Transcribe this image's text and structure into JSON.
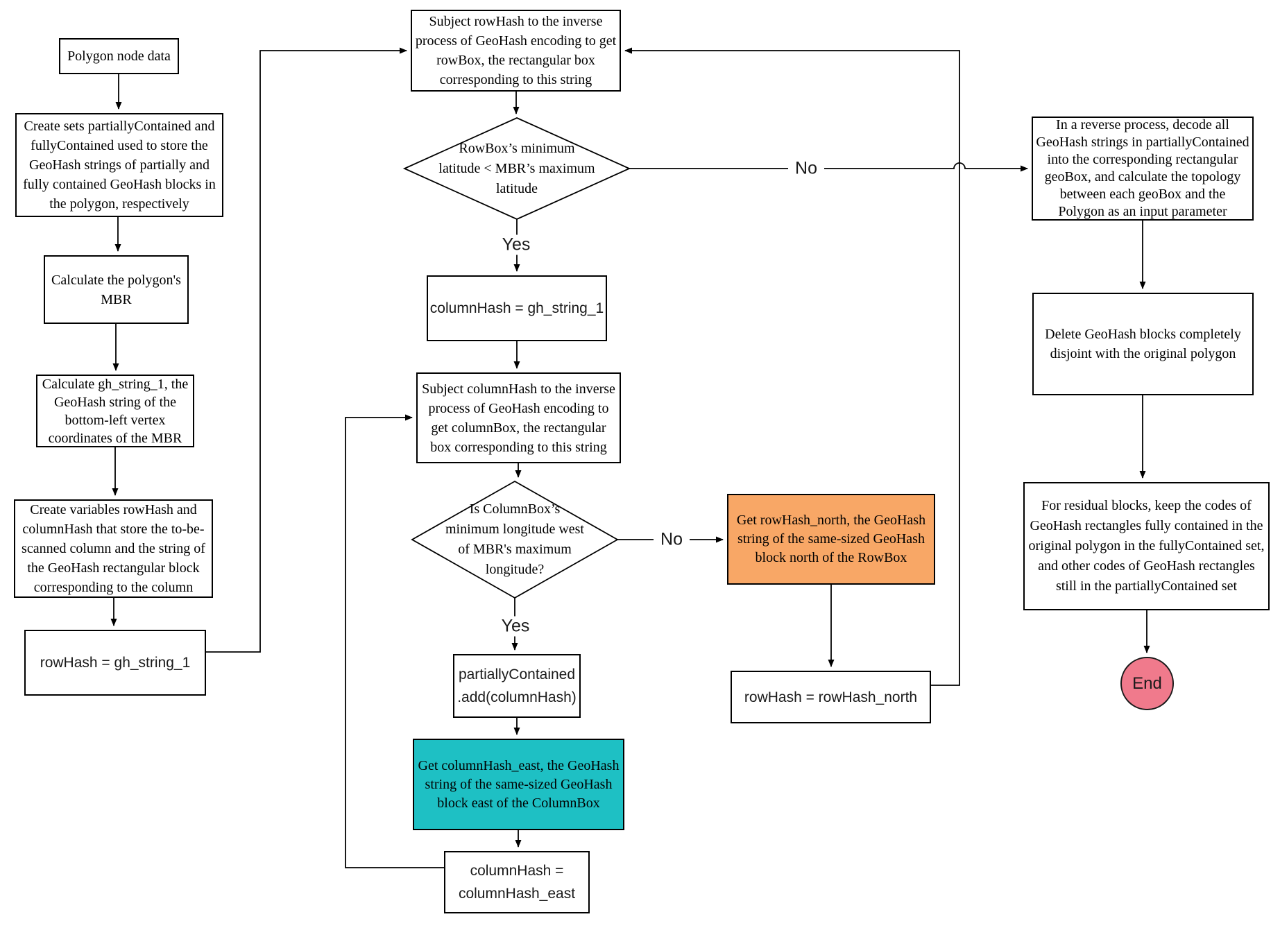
{
  "diagram": {
    "title": "GeoHash polygon encoding flowchart",
    "colors": {
      "teal_fill": "#1ec0c4",
      "orange_fill": "#f8a766",
      "pink_fill": "#f07a8c",
      "line": "#000000",
      "background": "#ffffff"
    },
    "nodes": {
      "polygon_node_data": {
        "label": "Polygon node data"
      },
      "create_sets": {
        "label": "Create sets partiallyContained and\nfullyContained used to store the\nGeoHash strings of partially and\nfully contained GeoHash blocks in\nthe polygon, respectively"
      },
      "calc_mbr": {
        "label": "Calculate the polygon's\nMBR"
      },
      "calc_gh_string": {
        "label": "Calculate gh_string_1, the\nGeoHash string of the\nbottom-left vertex\ncoordinates of the MBR"
      },
      "create_vars": {
        "label": "Create variables rowHash and\ncolumnHash that store the to-be-\nscanned column and the string of\nthe GeoHash rectangular block\ncorresponding to the column"
      },
      "rowhash_assign": {
        "label": "rowHash = gh_string_1"
      },
      "subject_rowhash": {
        "label": "Subject rowHash to the inverse\nprocess of GeoHash encoding to get\nrowBox, the rectangular box\ncorresponding to this string"
      },
      "row_decision": {
        "label": "RowBox’s minimum\nlatitude <  MBR’s maximum\nlatitude"
      },
      "columnhash_assign": {
        "label": "columnHash = gh_string_1"
      },
      "subject_columnhash": {
        "label": "Subject columnHash to the inverse\nprocess of GeoHash encoding to\nget columnBox, the rectangular\nbox corresponding to this string"
      },
      "column_decision": {
        "label": "Is ColumnBox’s\nminimum longitude west\nof MBR's maximum\nlongitude?"
      },
      "partially_add": {
        "label": "partiallyContained .add(columnHash)"
      },
      "get_columnhash_east": {
        "label": "Get columnHash_east, the GeoHash\nstring of the same-sized GeoHash\nblock east of the ColumnBox"
      },
      "columnhash_east_assign": {
        "label": "columnHash =\ncolumnHash_east"
      },
      "get_rowhash_north": {
        "label": "Get rowHash_north, the GeoHash\nstring of the same-sized GeoHash\nblock north of the RowBox"
      },
      "rowhash_north_assign": {
        "label": "rowHash = rowHash_north"
      },
      "reverse_decode": {
        "label": "In a reverse process, decode all\nGeoHash strings in partiallyContained\ninto the corresponding rectangular\ngeoBox, and calculate the topology\nbetween each geoBox and the\nPolygon as an input parameter"
      },
      "delete_blocks": {
        "label": "Delete GeoHash blocks completely\ndisjoint with the original polygon"
      },
      "residual_blocks": {
        "label": "For residual blocks, keep the codes of\nGeoHash rectangles fully contained in the\noriginal polygon in the fullyContained set,\nand other codes of GeoHash rectangles\nstill in the partiallyContained set"
      },
      "end": {
        "label": "End"
      }
    },
    "edge_labels": {
      "row_decision_yes": "Yes",
      "row_decision_no": "No",
      "column_decision_yes": "Yes",
      "column_decision_no": "No"
    }
  }
}
